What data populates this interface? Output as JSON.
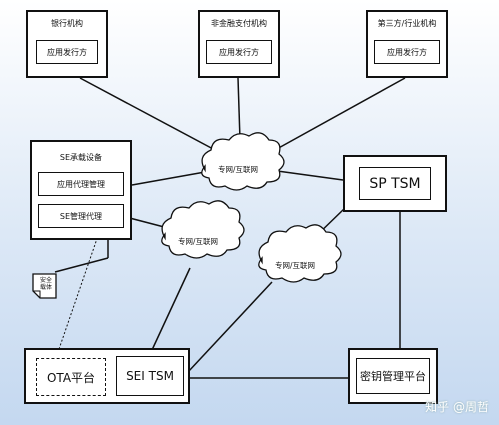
{
  "nodes": {
    "bank": {
      "title": "银行机构",
      "inner": "应用发行方"
    },
    "nonbank": {
      "title": "非金融支付机构",
      "inner": "应用发行方"
    },
    "third": {
      "title": "第三方/行业机构",
      "inner": "应用发行方"
    },
    "se_device": {
      "title": "SE承载设备",
      "app_agent": "应用代理管理",
      "se_agent": "SE管理代理"
    },
    "security_carrier": "安全\n载体",
    "sp_tsm": "SP TSM",
    "ota": "OTA平台",
    "sei_tsm": "SEI TSM",
    "key_mgmt": "密钥管理平台"
  },
  "clouds": {
    "c1": "专网/互联网",
    "c2": "专网/互联网",
    "c3": "专网/互联网"
  },
  "watermark": "知乎 @周哲",
  "colors": {
    "line": "#111111",
    "bg_top": "#ffffff",
    "bg_bottom": "#c4d8f0"
  }
}
